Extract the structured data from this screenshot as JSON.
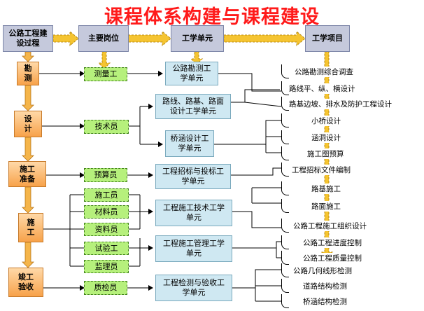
{
  "title": "课程体系构建与课程建设",
  "headers": {
    "process": "公路工程建设过程",
    "posts": "主要岗位",
    "units": "工学单元",
    "projects": "工学项目"
  },
  "stages": [
    "勘测",
    "设计",
    "施工准备",
    "施工",
    "竣工验收"
  ],
  "posts": [
    "测量工",
    "技术员",
    "预算员",
    "施工员",
    "材料员",
    "资料员",
    "试验工",
    "监理员",
    "质检员"
  ],
  "units": [
    "公路勘测工学单元",
    "路线、路基、路面设计工学单元",
    "桥涵设计工学单元",
    "工程招标与投标工学单元",
    "工程施工技术工学单元",
    "工程施工管理工学单元",
    "工程检测与验收工学单元"
  ],
  "projects": [
    "公路勘测综合调查",
    "路线平、纵、横设计",
    "路基边坡、排水及防护工程设计",
    "小桥设计",
    "涵洞设计",
    "施工图预算",
    "工程招标文件编制",
    "路基施工",
    "路面施工",
    "公路工程施工组织设计",
    "公路工程进度控制",
    "公路工程质量控制",
    "公路几何线形检测",
    "道路结构检测",
    "桥涵结构检测"
  ]
}
